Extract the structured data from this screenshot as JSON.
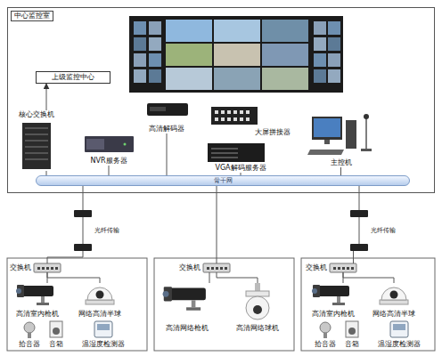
{
  "diagram": {
    "nodes": [
      {
        "text": [
          "中心监控室"
        ]
      },
      {
        "text": [
          "上级监控中心"
        ],
        "in": 0
      },
      {
        "text": [
          "核心交换机"
        ],
        "in": 0
      },
      {
        "text": [
          "NVR服务器"
        ],
        "in": 0
      },
      {
        "text": [
          "高清解码器"
        ],
        "in": 0
      },
      {
        "text": [
          "大屏拼接器"
        ],
        "in": 0
      },
      {
        "text": [
          "VGA解码服务器"
        ],
        "in": 0
      },
      {
        "text": [
          "主控机"
        ],
        "in": 0
      },
      {
        "text": [
          "骨干网"
        ],
        "in": 0
      },
      {
        "text": [
          "光纤传输"
        ]
      },
      {
        "text": [
          "光纤传输"
        ]
      },
      {
        "text": [
          "交换机"
        ]
      },
      {
        "text": [
          "高清室内枪机"
        ]
      },
      {
        "text": [
          "网络高清半球"
        ]
      },
      {
        "text": [
          "拾音器"
        ]
      },
      {
        "text": [
          "音箱"
        ]
      },
      {
        "text": [
          "温湿度检测器"
        ]
      },
      {
        "text": [
          "交换机"
        ]
      },
      {
        "text": [
          "高清网络枪机"
        ]
      },
      {
        "text": [
          "高清网络球机"
        ]
      },
      {
        "text": [
          "交换机"
        ]
      },
      {
        "text": [
          "高清室内枪机"
        ]
      },
      {
        "text": [
          "网络高清半球"
        ]
      },
      {
        "text": [
          "拾音器"
        ]
      },
      {
        "text": [
          "音箱"
        ]
      },
      {
        "text": [
          "温湿度检测器"
        ]
      }
    ],
    "edges": [
      {
        "from": 2,
        "to": 1,
        "arrow": "to"
      },
      {
        "from": 2,
        "to": 8,
        "arrow": "none"
      },
      {
        "from": 3,
        "to": 8,
        "arrow": "none"
      },
      {
        "from": 4,
        "to": 8,
        "arrow": "none"
      },
      {
        "from": 6,
        "to": 8,
        "arrow": "none"
      },
      {
        "from": 7,
        "to": 8,
        "arrow": "none"
      },
      {
        "from": 8,
        "to": 9,
        "arrow": "none"
      },
      {
        "from": 9,
        "to": 11,
        "arrow": "none"
      },
      {
        "from": 8,
        "to": 17,
        "arrow": "none"
      },
      {
        "from": 8,
        "to": 10,
        "arrow": "none"
      },
      {
        "from": 10,
        "to": 20,
        "arrow": "none"
      },
      {
        "from": 11,
        "to": 12,
        "arrow": "none"
      },
      {
        "from": 11,
        "to": 13,
        "arrow": "none"
      },
      {
        "from": 17,
        "to": 18,
        "arrow": "none"
      },
      {
        "from": 17,
        "to": 19,
        "arrow": "none"
      },
      {
        "from": 20,
        "to": 21,
        "arrow": "none"
      },
      {
        "from": 20,
        "to": 22,
        "arrow": "none"
      }
    ]
  }
}
